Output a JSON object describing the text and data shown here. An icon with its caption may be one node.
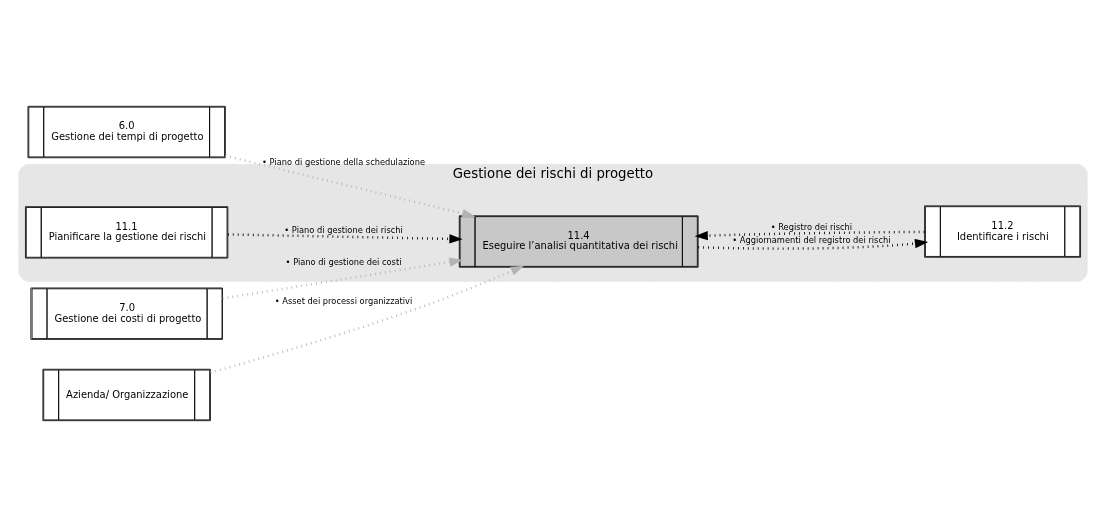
{
  "diagram": {
    "nodes": [
      {
        "text": [
          "6.0",
          "Gestione dei tempi di progetto"
        ]
      },
      {
        "text": [
          "7.0",
          "Gestione dei costi di progetto"
        ]
      },
      {
        "text": [
          "Azienda/ Organizzazione"
        ]
      },
      {
        "text": [
          "Gestione dei rischi di progetto"
        ]
      },
      {
        "text": [
          "11.1",
          "Pianificare la gestione dei rischi"
        ],
        "in": 3
      },
      {
        "text": [
          "11.2",
          "Identificare i rischi"
        ],
        "in": 3
      },
      {
        "text": [
          "11.4",
          "Eseguire l’analisi quantitativa dei rischi"
        ],
        "in": 3
      }
    ],
    "edges": [
      {
        "from": 0,
        "to": 6,
        "arrow": "to",
        "label": "• Piano di gestione della schedulazione",
        "style": "dashed",
        "color": "#b3b3b3"
      },
      {
        "from": 1,
        "to": 6,
        "arrow": "to",
        "label": "• Piano di gestione dei costi",
        "style": "dashed",
        "color": "#b3b3b3"
      },
      {
        "from": 2,
        "to": 6,
        "arrow": "to",
        "label": "• Asset dei processi organizzativi",
        "style": "dashed",
        "color": "#b3b3b3"
      },
      {
        "from": 4,
        "to": 6,
        "arrow": "to",
        "label": "• Piano di gestione dei rischi",
        "style": "dashed",
        "color": "#000000"
      },
      {
        "from": 5,
        "to": 6,
        "arrow": "to",
        "label": "• Registro dei rischi",
        "style": "dashed",
        "color": "#000000"
      },
      {
        "from": 6,
        "to": 5,
        "arrow": "to",
        "label": "• Aggiornamenti del registro dei rischi",
        "style": "dashed",
        "color": "#000000"
      }
    ]
  }
}
